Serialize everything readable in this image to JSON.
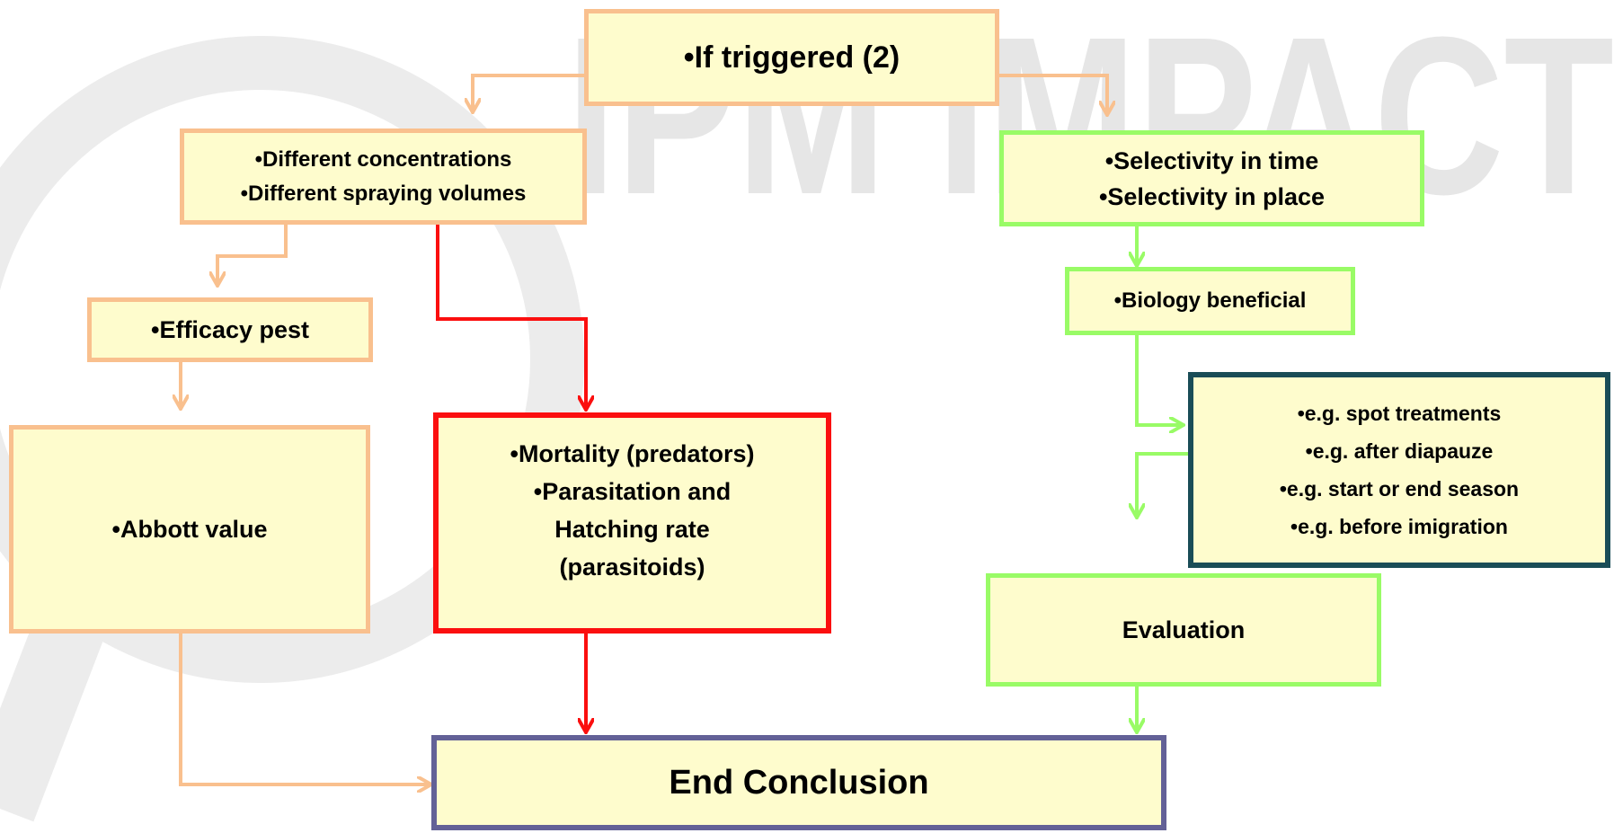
{
  "watermark": {
    "text": "IPM IMPACT",
    "color": "#d9d9d9",
    "accent_color": "#f2f2c6"
  },
  "colors": {
    "box_fill": "#fefccd",
    "peach": "#f9c08e",
    "green": "#99fb66",
    "red": "#fb0f0f",
    "teal": "#1a4d57",
    "purple": "#636197"
  },
  "nodes": {
    "trigger": {
      "lines": [
        "If triggered (2)"
      ]
    },
    "concentrations": {
      "lines": [
        "Different concentrations",
        "Different spraying volumes"
      ]
    },
    "selectivity": {
      "lines": [
        "Selectivity in time",
        "Selectivity in place"
      ]
    },
    "efficacy": {
      "lines": [
        "Efficacy pest"
      ]
    },
    "biology": {
      "lines": [
        "Biology beneficial"
      ]
    },
    "examples": {
      "lines": [
        "e.g. spot treatments",
        "e.g. after diapauze",
        "e.g. start or end season",
        "e.g. before imigration"
      ]
    },
    "abbott": {
      "lines": [
        "Abbott value"
      ]
    },
    "mortality": {
      "lines": [
        "Mortality (predators)",
        "Parasitation and",
        "Hatching rate",
        "(parasitoids)"
      ]
    },
    "evaluation": {
      "lines": [
        "Evaluation"
      ]
    },
    "conclusion": {
      "lines": [
        "End Conclusion"
      ]
    }
  }
}
